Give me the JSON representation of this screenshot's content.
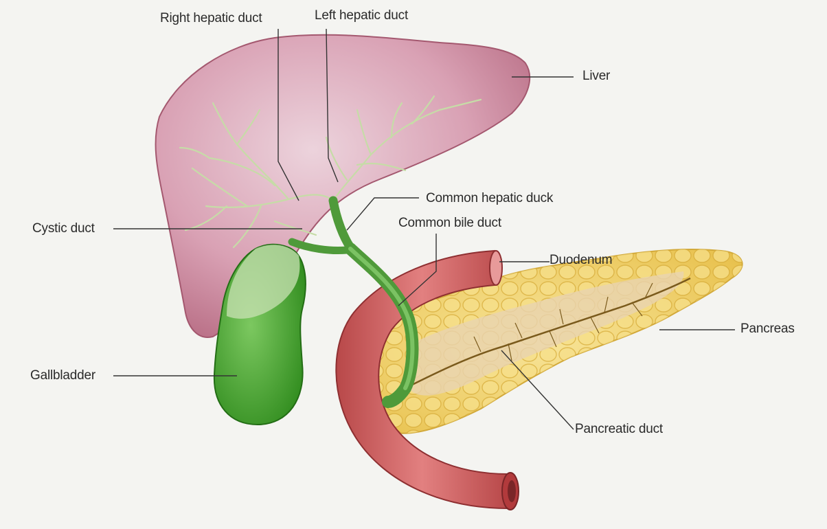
{
  "labels": {
    "right_hepatic_duct": "Right hepatic duct",
    "left_hepatic_duct": "Left hepatic duct",
    "liver": "Liver",
    "common_hepatic_duct": "Common hepatic duck",
    "common_bile_duct": "Common bile duct",
    "cystic_duct": "Cystic duct",
    "duodenum": "Duodenum",
    "pancreas": "Pancreas",
    "gallbladder": "Gallbladder",
    "pancreatic_duct": "Pancreatic duct"
  },
  "colors": {
    "background": "#f4f4f1",
    "liver": "#d9a1b4",
    "liver_edge": "#a4586f",
    "bile_duct": "#4f9a3a",
    "gallbladder": "#3f9f2c",
    "duodenum": "#c9595a",
    "pancreas": "#f1d46b",
    "leader_line": "#333333"
  }
}
